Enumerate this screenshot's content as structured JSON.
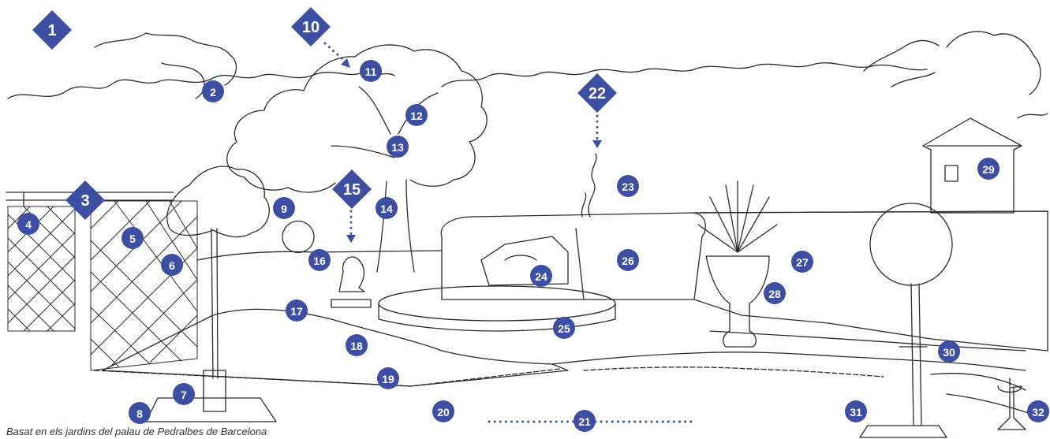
{
  "caption": "Basat en els jardins del palau de Pedralbes de Barcelona",
  "colors": {
    "marker": "#3d4fa3",
    "ink": "#2a2a2a",
    "marker_text": "#ffffff"
  },
  "markers": [
    {
      "id": "1",
      "label": "1",
      "shape": "diamond"
    },
    {
      "id": "2",
      "label": "2",
      "shape": "circle"
    },
    {
      "id": "3",
      "label": "3",
      "shape": "diamond"
    },
    {
      "id": "4",
      "label": "4",
      "shape": "circle"
    },
    {
      "id": "5",
      "label": "5",
      "shape": "circle"
    },
    {
      "id": "6",
      "label": "6",
      "shape": "circle"
    },
    {
      "id": "7",
      "label": "7",
      "shape": "circle"
    },
    {
      "id": "8",
      "label": "8",
      "shape": "circle"
    },
    {
      "id": "9",
      "label": "9",
      "shape": "circle"
    },
    {
      "id": "10",
      "label": "10",
      "shape": "diamond"
    },
    {
      "id": "11",
      "label": "11",
      "shape": "circle"
    },
    {
      "id": "12",
      "label": "12",
      "shape": "circle"
    },
    {
      "id": "13",
      "label": "13",
      "shape": "circle"
    },
    {
      "id": "14",
      "label": "14",
      "shape": "circle"
    },
    {
      "id": "15",
      "label": "15",
      "shape": "diamond"
    },
    {
      "id": "16",
      "label": "16",
      "shape": "circle"
    },
    {
      "id": "17",
      "label": "17",
      "shape": "circle"
    },
    {
      "id": "18",
      "label": "18",
      "shape": "circle"
    },
    {
      "id": "19",
      "label": "19",
      "shape": "circle"
    },
    {
      "id": "20",
      "label": "20",
      "shape": "circle"
    },
    {
      "id": "21",
      "label": "21",
      "shape": "circle"
    },
    {
      "id": "22",
      "label": "22",
      "shape": "diamond"
    },
    {
      "id": "23",
      "label": "23",
      "shape": "circle"
    },
    {
      "id": "24",
      "label": "24",
      "shape": "circle"
    },
    {
      "id": "25",
      "label": "25",
      "shape": "circle"
    },
    {
      "id": "26",
      "label": "26",
      "shape": "circle"
    },
    {
      "id": "27",
      "label": "27",
      "shape": "circle"
    },
    {
      "id": "28",
      "label": "28",
      "shape": "circle"
    },
    {
      "id": "29",
      "label": "29",
      "shape": "circle"
    },
    {
      "id": "30",
      "label": "30",
      "shape": "circle"
    },
    {
      "id": "31",
      "label": "31",
      "shape": "circle"
    },
    {
      "id": "32",
      "label": "32",
      "shape": "circle"
    }
  ]
}
